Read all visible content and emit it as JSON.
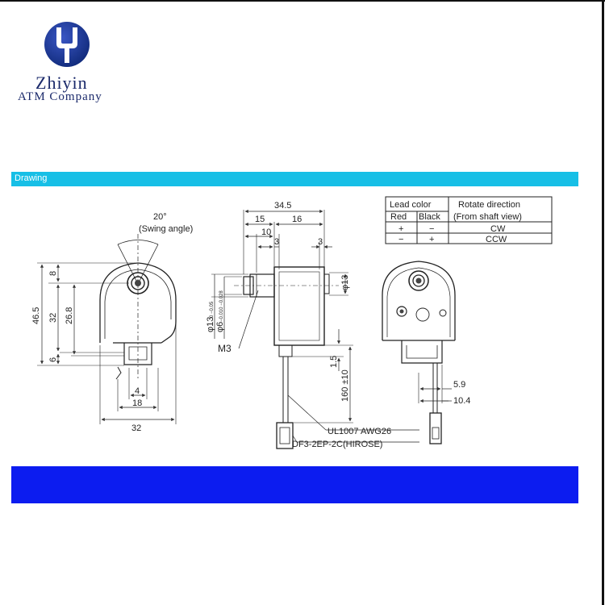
{
  "brand": {
    "name": "Zhiyin",
    "subtitle": "ATM Company",
    "logo_color": "#1b2a6b"
  },
  "section": {
    "label": "Drawing",
    "bar_color": "#17bfe6"
  },
  "footer_band": {
    "color": "#0c1cf0"
  },
  "drawing": {
    "front_view": {
      "angle": "20°",
      "angle_label": "(Swing angle)",
      "dim_46_5": "46.5",
      "dim_8": "8",
      "dim_32_v": "32",
      "dim_26_8": "26.8",
      "dim_6": "6",
      "dim_4": "4",
      "dim_18": "18",
      "dim_32_h": "32"
    },
    "side_view": {
      "dim_34_5": "34.5",
      "dim_15": "15",
      "dim_16": "16",
      "dim_10": "10",
      "dim_3a": "3",
      "dim_3b": "3",
      "dim_phi13_right": "φ13",
      "dim_phi13_left": "φ13",
      "tol_13": "0 −0.05",
      "dim_phi6": "φ6",
      "tol_6": "−0.010 −0.028",
      "thread": "M3",
      "dim_1_5": "1.5",
      "lead_length": "160 ±10",
      "wire_spec": "UL1007 AWG26",
      "connector_spec": "DF3-2EP-2C(HIROSE)"
    },
    "back_view": {
      "dim_5_9": "5.9",
      "dim_10_4": "10.4"
    }
  },
  "lead_table": {
    "header_lead": "Lead color",
    "header_rotate": "Rotate direction",
    "sub_red": "Red",
    "sub_black": "Black",
    "sub_view": "(From shaft view)",
    "rows": [
      {
        "red": "+",
        "black": "−",
        "direction": "CW"
      },
      {
        "red": "−",
        "black": "+",
        "direction": "CCW"
      }
    ]
  }
}
